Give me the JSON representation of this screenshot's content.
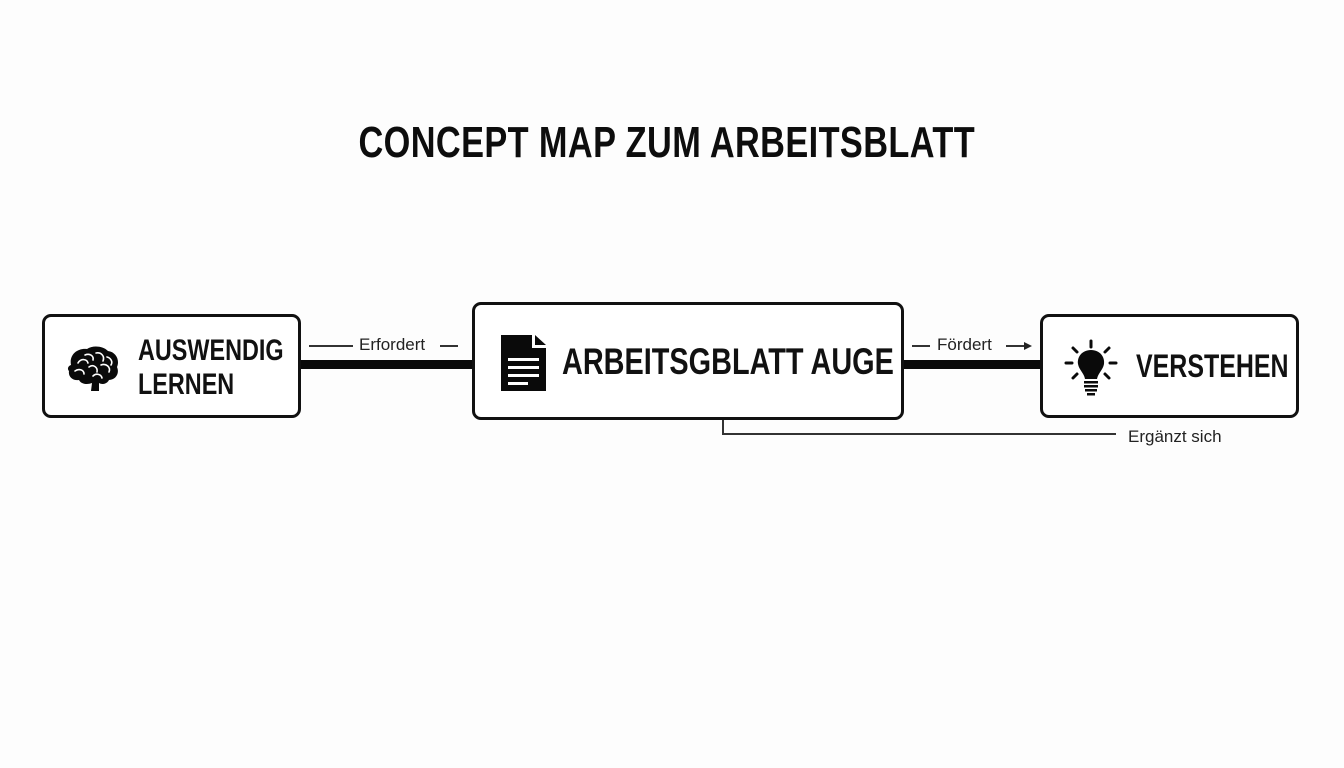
{
  "title": "CONCEPT MAP ZUM ARBEITSBLATT",
  "nodes": {
    "left": {
      "label_line1": "AUSWENDIG",
      "label_line2": "LERNEN",
      "icon": "brain-icon"
    },
    "center": {
      "label": "ARBEITSGBLATT AUGE",
      "icon": "document-icon"
    },
    "right": {
      "label": "VERSTEHEN",
      "icon": "lightbulb-icon"
    }
  },
  "edges": {
    "left_center": {
      "label": "Erfordert",
      "style": "— Erfordert —"
    },
    "center_right": {
      "label": "Fördert",
      "style": "— Fördert →"
    },
    "center_bottom": {
      "label": "Ergänzt sich"
    }
  },
  "colors": {
    "background": "#fdfdfd",
    "stroke": "#111111",
    "text": "#111111"
  }
}
